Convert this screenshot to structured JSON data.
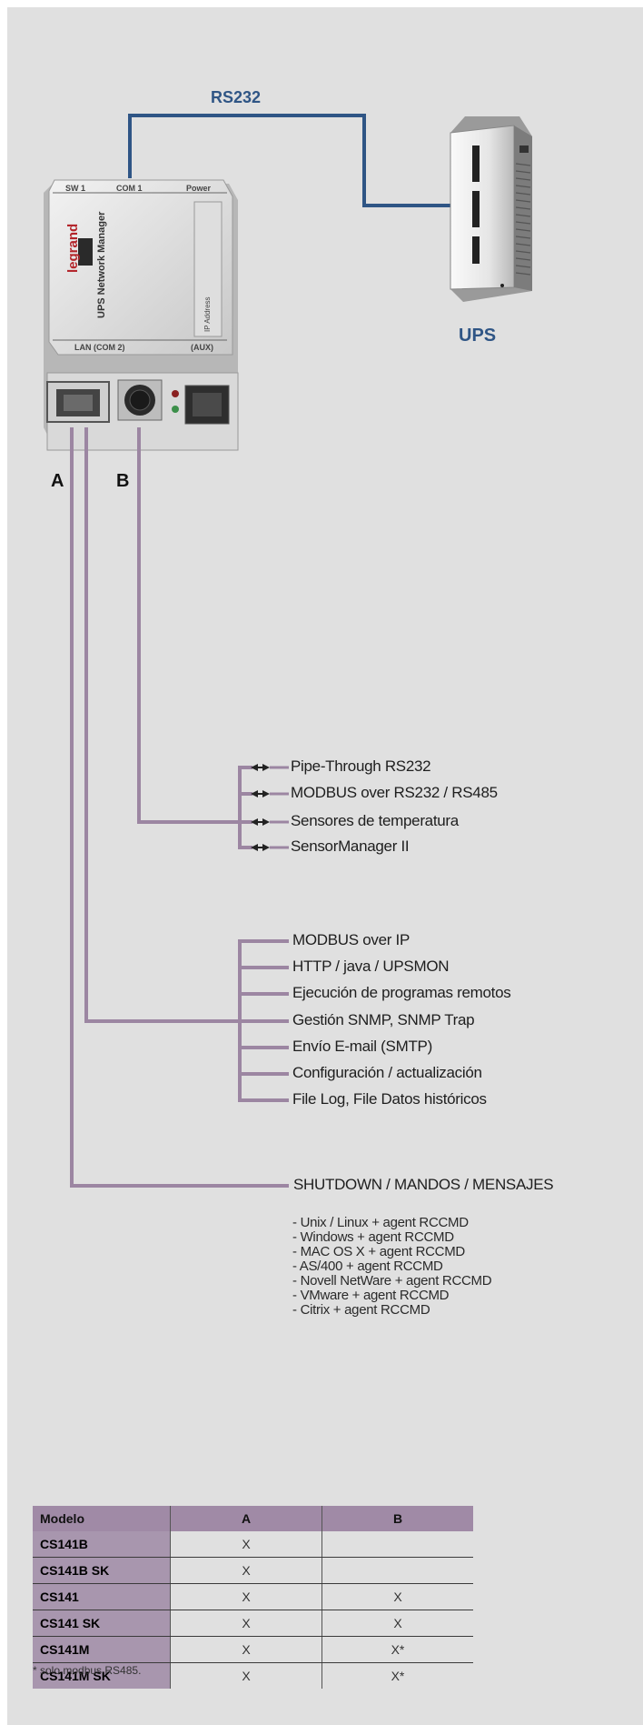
{
  "labels": {
    "rs232": "RS232",
    "ups": "UPS",
    "port_a": "A",
    "port_b": "B"
  },
  "device": {
    "top_ports": [
      "SW 1",
      "COM 1",
      "Power"
    ],
    "brand": "legrand",
    "model_text": "UPS Network Manager",
    "bottom_ports": "LAN (COM 2)",
    "aux": "(AUX)",
    "ip_label": "IP Address"
  },
  "com_features": [
    "Pipe-Through RS232",
    "MODBUS over RS232 / RS485",
    "Sensores de temperatura",
    "SensorManager II"
  ],
  "lan_features": [
    "MODBUS over IP",
    "HTTP / java / UPSMON",
    "Ejecución de programas remotos",
    "Gestión SNMP, SNMP Trap",
    "Envío E-mail (SMTP)",
    "Configuración / actualización",
    "File Log, File Datos históricos"
  ],
  "shutdown": {
    "title": "SHUTDOWN / MANDOS / MENSAJES",
    "systems": [
      "- Unix / Linux + agent RCCMD",
      "- Windows + agent RCCMD",
      "- MAC OS X + agent RCCMD",
      "- AS/400 + agent RCCMD",
      "- Novell NetWare + agent RCCMD",
      "- VMware + agent RCCMD",
      "- Citrix + agent RCCMD"
    ]
  },
  "table": {
    "headers": [
      "Modelo",
      "A",
      "B"
    ],
    "rows": [
      [
        "CS141B",
        "X",
        ""
      ],
      [
        "CS141B SK",
        "X",
        ""
      ],
      [
        "CS141",
        "X",
        "X"
      ],
      [
        "CS141 SK",
        "X",
        "X"
      ],
      [
        "CS141M",
        "X",
        "X*"
      ],
      [
        "CS141M SK",
        "X",
        "X*"
      ]
    ]
  },
  "footnote": "* solo modbus RS485.",
  "colors": {
    "panel": "#e0e0e0",
    "rs232_line": "#2f5585",
    "feature_line": "#9c86a2",
    "header_fill": "#a08aa6"
  }
}
